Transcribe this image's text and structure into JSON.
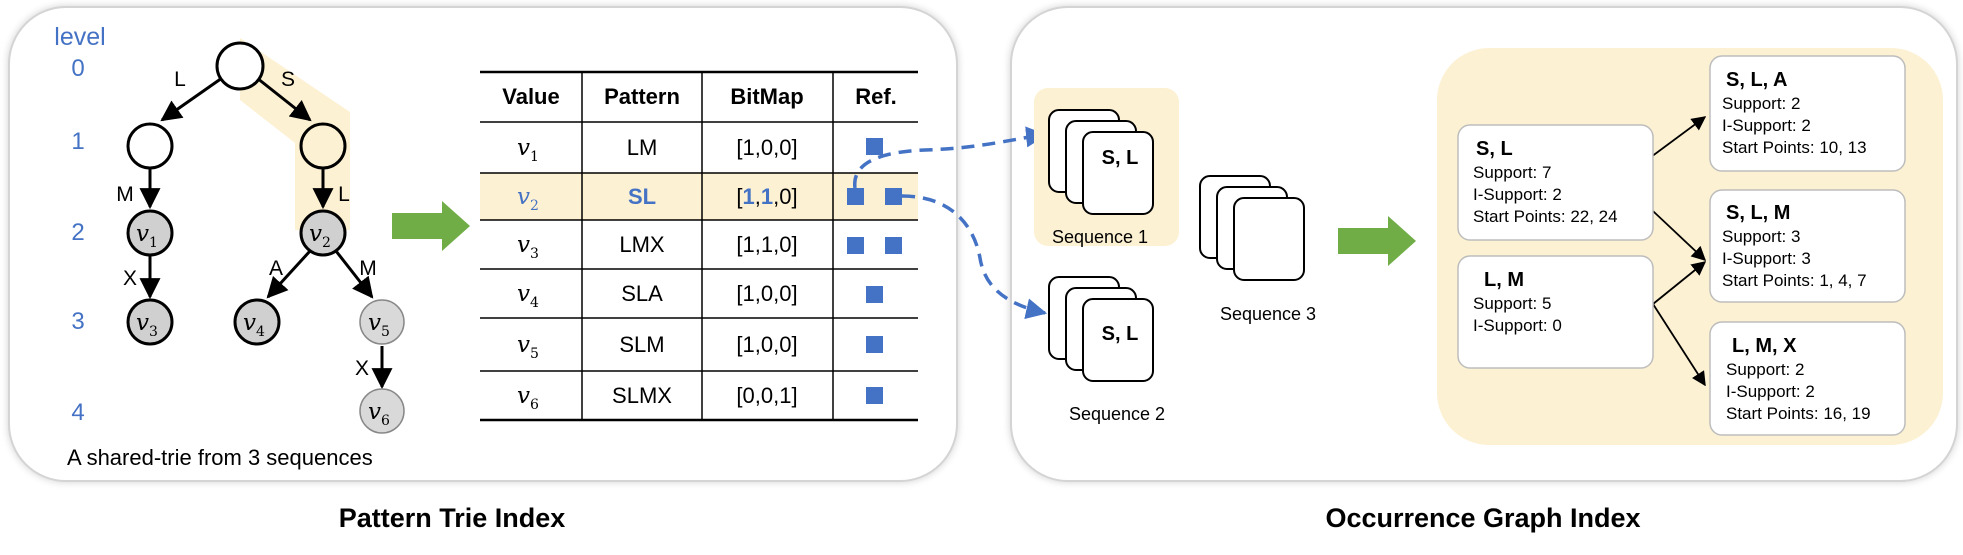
{
  "left_panel": {
    "level_header": "level",
    "levels": [
      "0",
      "1",
      "2",
      "3",
      "4"
    ],
    "edges": {
      "L": "L",
      "S": "S",
      "M_left": "M",
      "L_right": "L",
      "X_left": "X",
      "A": "A",
      "M_right": "M",
      "X_right": "X"
    },
    "nodes": {
      "v1": "v",
      "v1_sub": "1",
      "v2": "v",
      "v2_sub": "2",
      "v3": "v",
      "v3_sub": "3",
      "v4": "v",
      "v4_sub": "4",
      "v5": "v",
      "v5_sub": "5",
      "v6": "v",
      "v6_sub": "6"
    },
    "caption": "A shared-trie from 3 sequences",
    "table": {
      "headers": [
        "Value",
        "Pattern",
        "BitMap",
        "Ref."
      ],
      "rows": [
        {
          "value": "v",
          "sub": "1",
          "pattern": "LM",
          "bitmap": "[1,0,0]"
        },
        {
          "value": "v",
          "sub": "2",
          "pattern": "SL",
          "bitmap_parts": [
            "[",
            "1",
            ",",
            "1",
            ",0]"
          ]
        },
        {
          "value": "v",
          "sub": "3",
          "pattern": "LMX",
          "bitmap": "[1,1,0]"
        },
        {
          "value": "v",
          "sub": "4",
          "pattern": "SLA",
          "bitmap": "[1,0,0]"
        },
        {
          "value": "v",
          "sub": "5",
          "pattern": "SLM",
          "bitmap": "[1,0,0]"
        },
        {
          "value": "v",
          "sub": "6",
          "pattern": "SLMX",
          "bitmap": "[0,0,1]"
        }
      ]
    },
    "title": "Pattern Trie Index"
  },
  "right_panel": {
    "seq1": {
      "card": "S, L",
      "label": "Sequence 1"
    },
    "seq2": {
      "card": "S, L",
      "label": "Sequence 2"
    },
    "seq3": {
      "label": "Sequence 3"
    },
    "graph": {
      "sl": {
        "title": "S, L",
        "lines": [
          "Support: 7",
          "I-Support: 2",
          "Start Points: 22, 24"
        ]
      },
      "lm": {
        "title": "L, M",
        "lines": [
          "Support: 5",
          "I-Support: 0"
        ]
      },
      "sla": {
        "title": "S, L, A",
        "lines": [
          "Support: 2",
          "I-Support: 2",
          "Start Points: 10, 13"
        ]
      },
      "slm": {
        "title": "S, L, M",
        "lines": [
          "Support: 3",
          "I-Support: 3",
          "Start Points: 1, 4, 7"
        ]
      },
      "lmx": {
        "title": "L, M, X",
        "lines": [
          "Support: 2",
          "I-Support: 2",
          "Start Points: 16, 19"
        ]
      }
    },
    "title": "Occurrence Graph Index"
  },
  "colors": {
    "accent_blue": "#4472c4",
    "highlight": "#fdf1d3",
    "green_arrow": "#70ad47",
    "node_gray": "#d0d0d0"
  }
}
